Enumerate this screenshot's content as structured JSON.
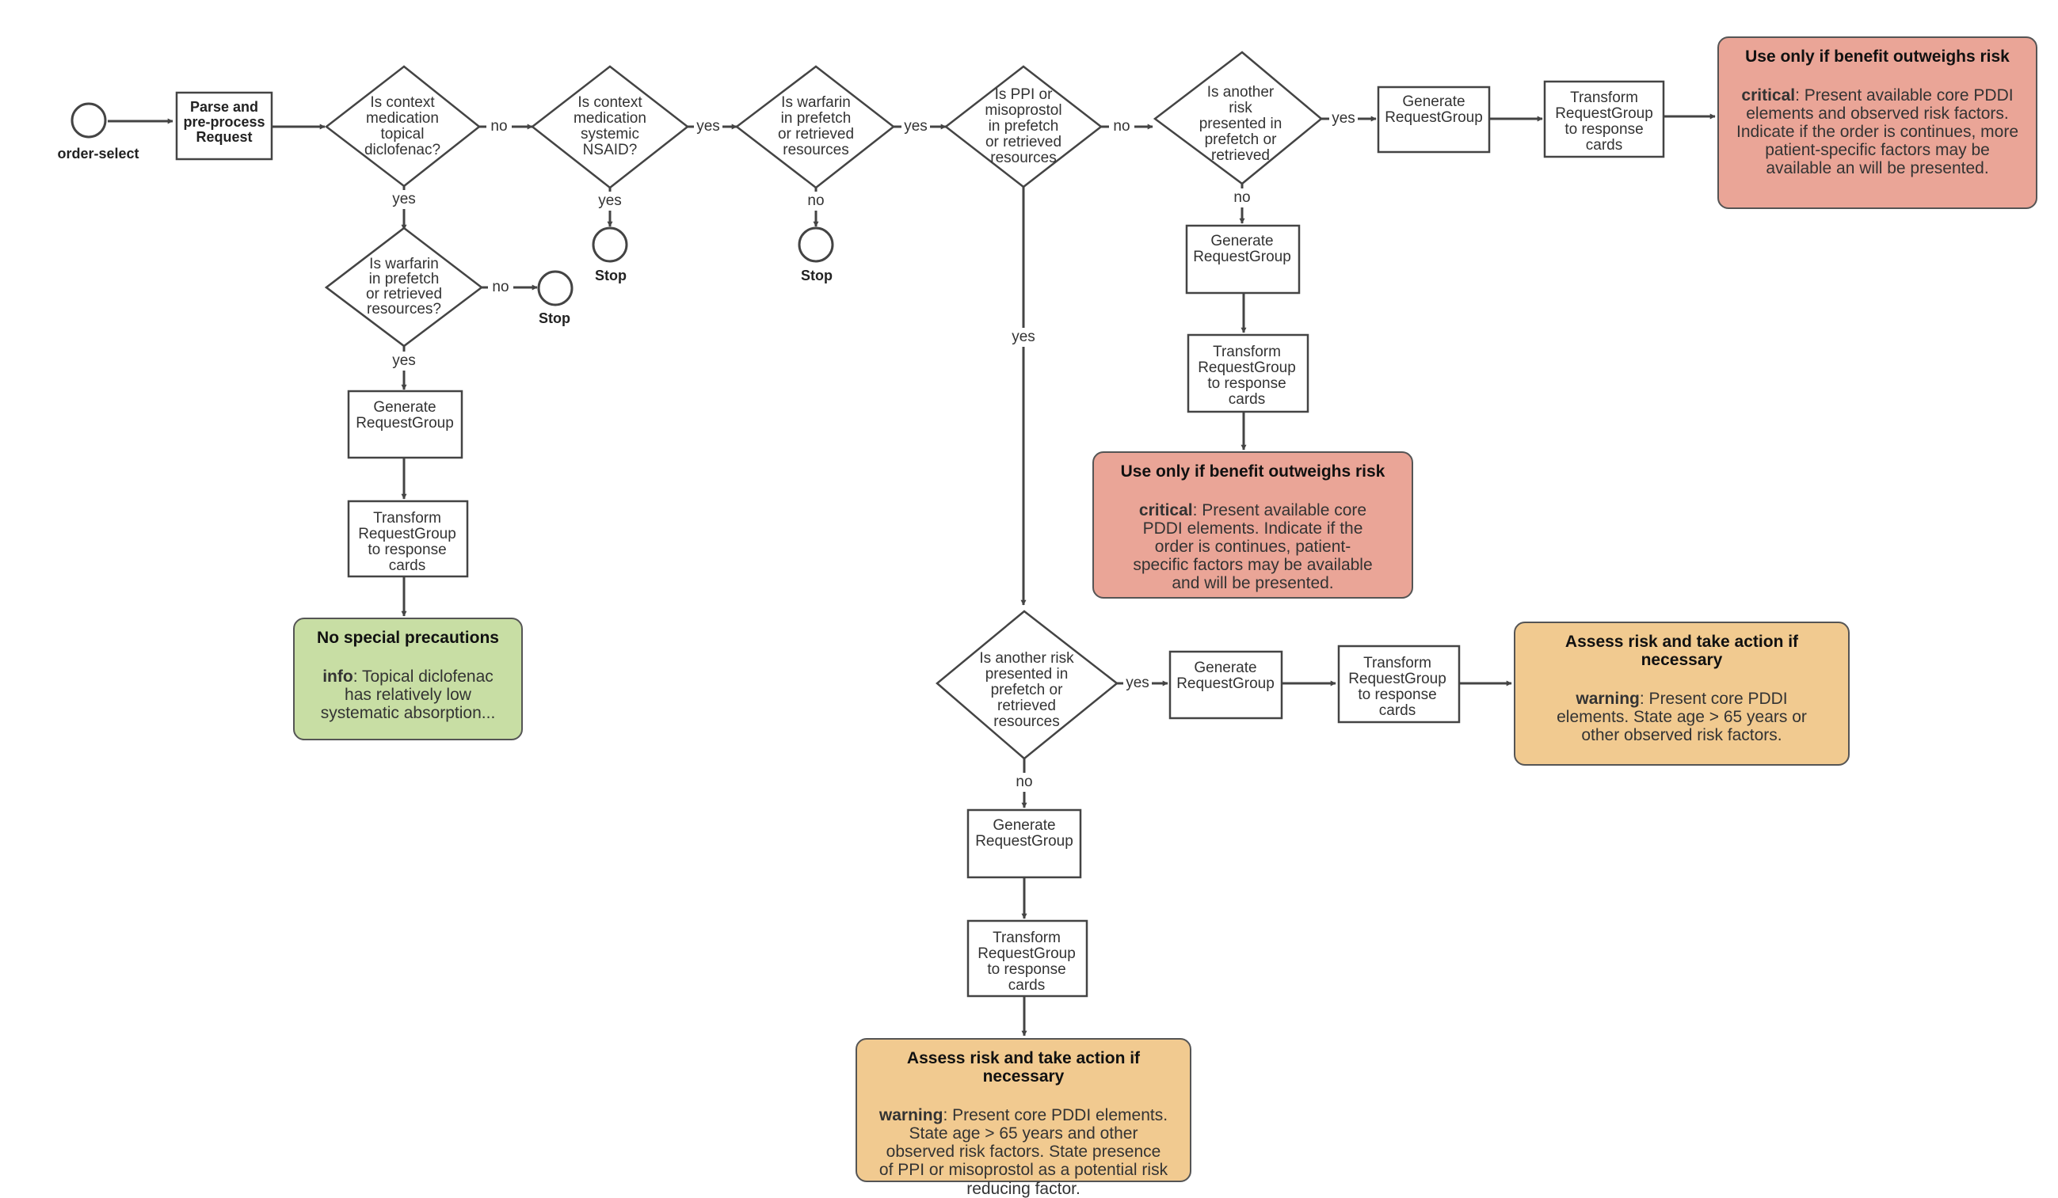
{
  "nodes": {
    "start": {
      "label": "order-select"
    },
    "parse": {
      "lines": [
        "Parse and",
        "pre-process",
        "Request"
      ]
    },
    "d_topical": {
      "lines": [
        "Is context",
        "medication",
        "topical",
        "diclofenac?"
      ]
    },
    "d_warfarin_left": {
      "lines": [
        "Is warfarin",
        "in prefetch",
        "or retrieved",
        "resources?"
      ]
    },
    "stop_left": {
      "label": "Stop"
    },
    "gen_left": {
      "lines": [
        "Generate",
        "RequestGroup"
      ]
    },
    "trans_left": {
      "lines": [
        "Transform",
        "RequestGroup",
        "to response",
        "cards"
      ]
    },
    "d_nsaid": {
      "lines": [
        "Is context",
        "medication",
        "systemic",
        "NSAID?"
      ]
    },
    "stop_nsaid": {
      "label": "Stop"
    },
    "d_warfarin": {
      "lines": [
        "Is warfarin",
        "in prefetch",
        "or retrieved",
        "resources"
      ]
    },
    "stop_warfarin": {
      "label": "Stop"
    },
    "d_ppi": {
      "lines": [
        "Is PPI or",
        "misoprostol",
        "in prefetch",
        "or retrieved",
        "resources"
      ]
    },
    "d_risk_top": {
      "lines": [
        "Is another",
        "risk",
        "presented in",
        "prefetch or",
        "retrieved"
      ]
    },
    "gen_top": {
      "lines": [
        "Generate",
        "RequestGroup"
      ]
    },
    "trans_top": {
      "lines": [
        "Transform",
        "RequestGroup",
        "to response",
        "cards"
      ]
    },
    "gen_mid": {
      "lines": [
        "Generate",
        "RequestGroup"
      ]
    },
    "trans_mid": {
      "lines": [
        "Transform",
        "RequestGroup",
        "to response",
        "cards"
      ]
    },
    "d_risk_low": {
      "lines": [
        "Is another risk",
        "presented in",
        "prefetch or",
        "retrieved",
        "resources"
      ]
    },
    "gen_low": {
      "lines": [
        "Generate",
        "RequestGroup"
      ]
    },
    "trans_low": {
      "lines": [
        "Transform",
        "RequestGroup",
        "to response",
        "cards"
      ]
    },
    "gen_bot": {
      "lines": [
        "Generate",
        "RequestGroup"
      ]
    },
    "trans_bot": {
      "lines": [
        "Transform",
        "RequestGroup",
        "to response",
        "cards"
      ]
    }
  },
  "edges": {
    "topical_no": "no",
    "topical_yes": "yes",
    "warfarin_left_no": "no",
    "warfarin_left_yes": "yes",
    "nsaid_yes_right": "yes",
    "nsaid_yes_down": "yes",
    "warfarin_yes": "yes",
    "warfarin_no": "no",
    "ppi_no": "no",
    "ppi_yes": "yes",
    "risk_top_yes": "yes",
    "risk_top_no": "no",
    "risk_low_yes": "yes",
    "risk_low_no": "no"
  },
  "cards": {
    "critical_top": {
      "title": "Use only if benefit outweighs risk",
      "severity": "critical",
      "text": ": Present available core PDDI elements and observed risk factors. Indicate if the order is continues, more patient-specific factors may be available an will be presented.",
      "color": "#eaa597"
    },
    "critical_mid": {
      "title": "Use only if benefit outweighs risk",
      "severity": "critical",
      "text": ": Present available core PDDI elements. Indicate if the order is continues, patient-specific factors may be available and will be presented.",
      "color": "#eaa597"
    },
    "info_left": {
      "title": "No special precautions",
      "severity": "info",
      "text": ": Topical diclofenac has relatively low systematic absorption...",
      "color": "#c8dea4"
    },
    "warning_right": {
      "title": "Assess risk and take action if necessary",
      "severity": "warning",
      "text": ": Present core PDDI elements. State age > 65 years or other observed risk factors.",
      "color": "#f1ca90"
    },
    "warning_bottom": {
      "title": "Assess risk and take action if necessary",
      "severity": "warning",
      "text": ": Present core PDDI elements. State age > 65 years and other observed risk factors. State presence of PPI or misoprostol as a potential risk reducing factor.",
      "color": "#f1ca90"
    }
  }
}
